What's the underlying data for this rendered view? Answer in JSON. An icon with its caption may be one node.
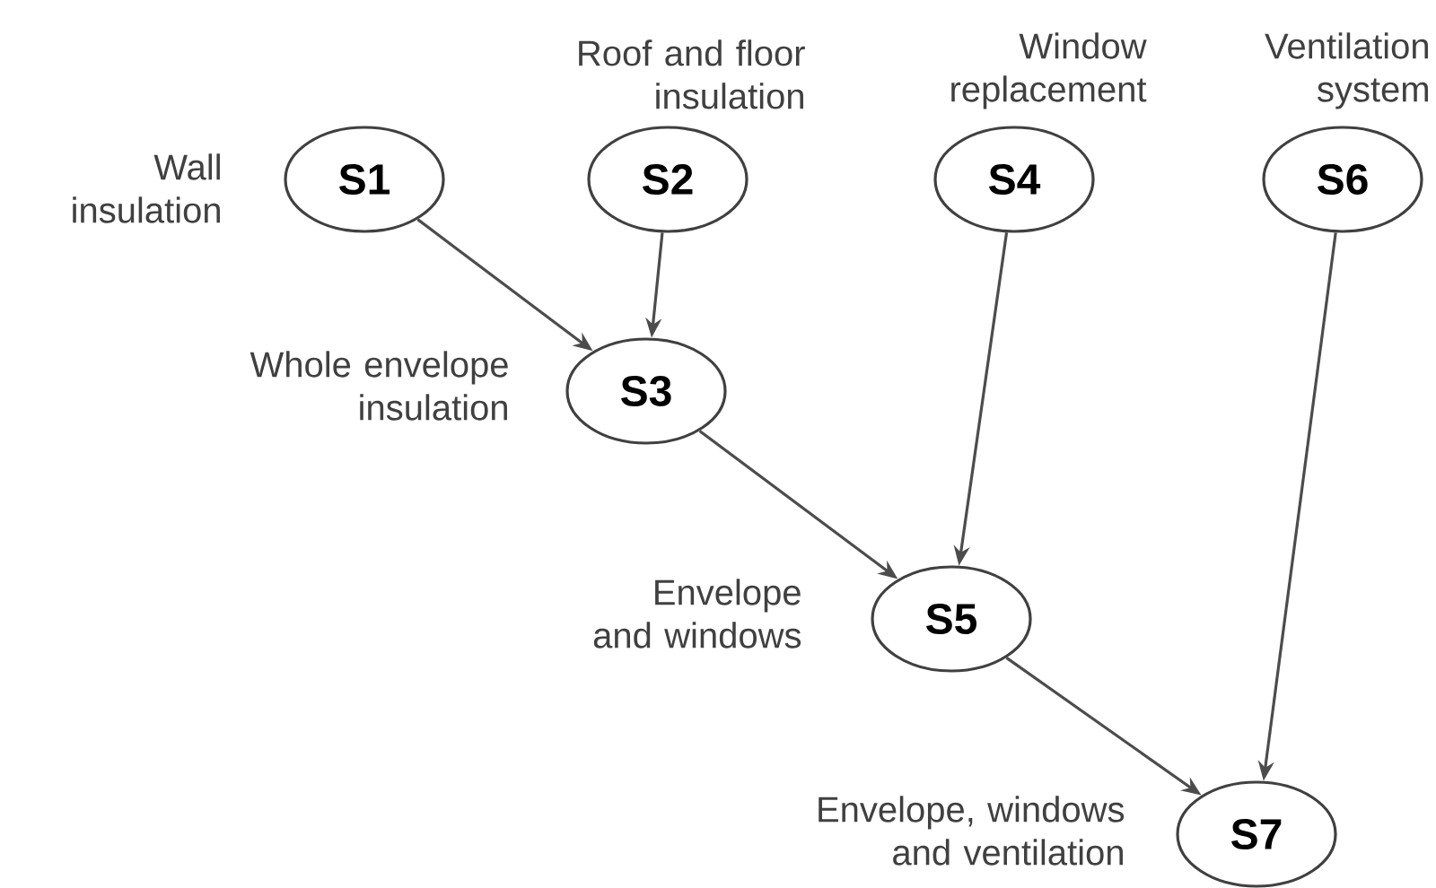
{
  "diagram": {
    "nodes": [
      {
        "text": [
          "S1"
        ],
        "beside": [
          "Wall insulation"
        ]
      },
      {
        "text": [
          "S2"
        ],
        "beside": [
          "Roof and floor insulation"
        ]
      },
      {
        "text": [
          "S3"
        ],
        "beside": [
          "Whole envelope insulation"
        ]
      },
      {
        "text": [
          "S4"
        ],
        "beside": [
          "Window replacement"
        ]
      },
      {
        "text": [
          "S5"
        ],
        "beside": [
          "Envelope and windows"
        ]
      },
      {
        "text": [
          "S6"
        ],
        "beside": [
          "Ventilation system"
        ]
      },
      {
        "text": [
          "S7"
        ],
        "beside": [
          "Envelope, windows and ventilation"
        ]
      }
    ],
    "edges": [
      {
        "from": 0,
        "to": 2,
        "arrow": "to"
      },
      {
        "from": 1,
        "to": 2,
        "arrow": "to"
      },
      {
        "from": 2,
        "to": 4,
        "arrow": "to"
      },
      {
        "from": 3,
        "to": 4,
        "arrow": "to"
      },
      {
        "from": 4,
        "to": 6,
        "arrow": "to"
      },
      {
        "from": 5,
        "to": 6,
        "arrow": "to"
      }
    ]
  }
}
